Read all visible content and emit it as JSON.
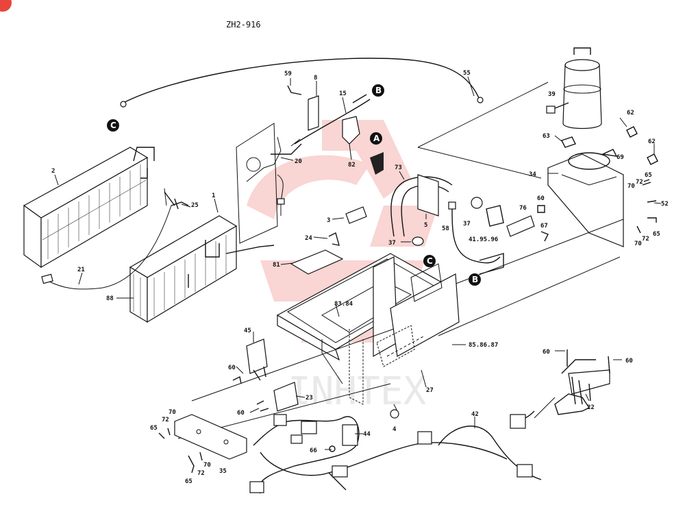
{
  "title": "ZH2-916",
  "watermark": {
    "text": "INHTEX",
    "color": "#e8453c"
  },
  "corner_badge": {
    "color": "#e8453c"
  },
  "callout_letters": {
    "A": "A",
    "B": "B",
    "C": "C"
  },
  "parts": {
    "p1": "1",
    "p2": "2",
    "p3": "3",
    "p4": "4",
    "p5": "5",
    "p8": "8",
    "p15": "15",
    "p20": "20",
    "p21": "21",
    "p22": "22",
    "p23": "23",
    "p24": "24",
    "p25": "25",
    "p27": "27",
    "p34": "34",
    "p35": "35",
    "p37a": "37",
    "p37b": "37",
    "p39": "39",
    "p41": "41.95.96",
    "p42": "42",
    "p44": "44",
    "p45": "45",
    "p52": "52",
    "p55": "55",
    "p58": "58",
    "p59": "59",
    "p60a": "60",
    "p60b": "60",
    "p60c": "60",
    "p60d": "60",
    "p60e": "60",
    "p62a": "62",
    "p62b": "62",
    "p63": "63",
    "p65a": "65",
    "p65b": "65",
    "p65c": "65",
    "p65d": "65",
    "p66": "66",
    "p67": "67",
    "p69": "69",
    "p70a": "70",
    "p70b": "70",
    "p70c": "70",
    "p70d": "70",
    "p72a": "72",
    "p72b": "72",
    "p72c": "72",
    "p72d": "72",
    "p73": "73",
    "p76": "76",
    "p81": "81",
    "p82": "82",
    "p83": "83.84",
    "p85": "85.86.87",
    "p88": "88"
  }
}
